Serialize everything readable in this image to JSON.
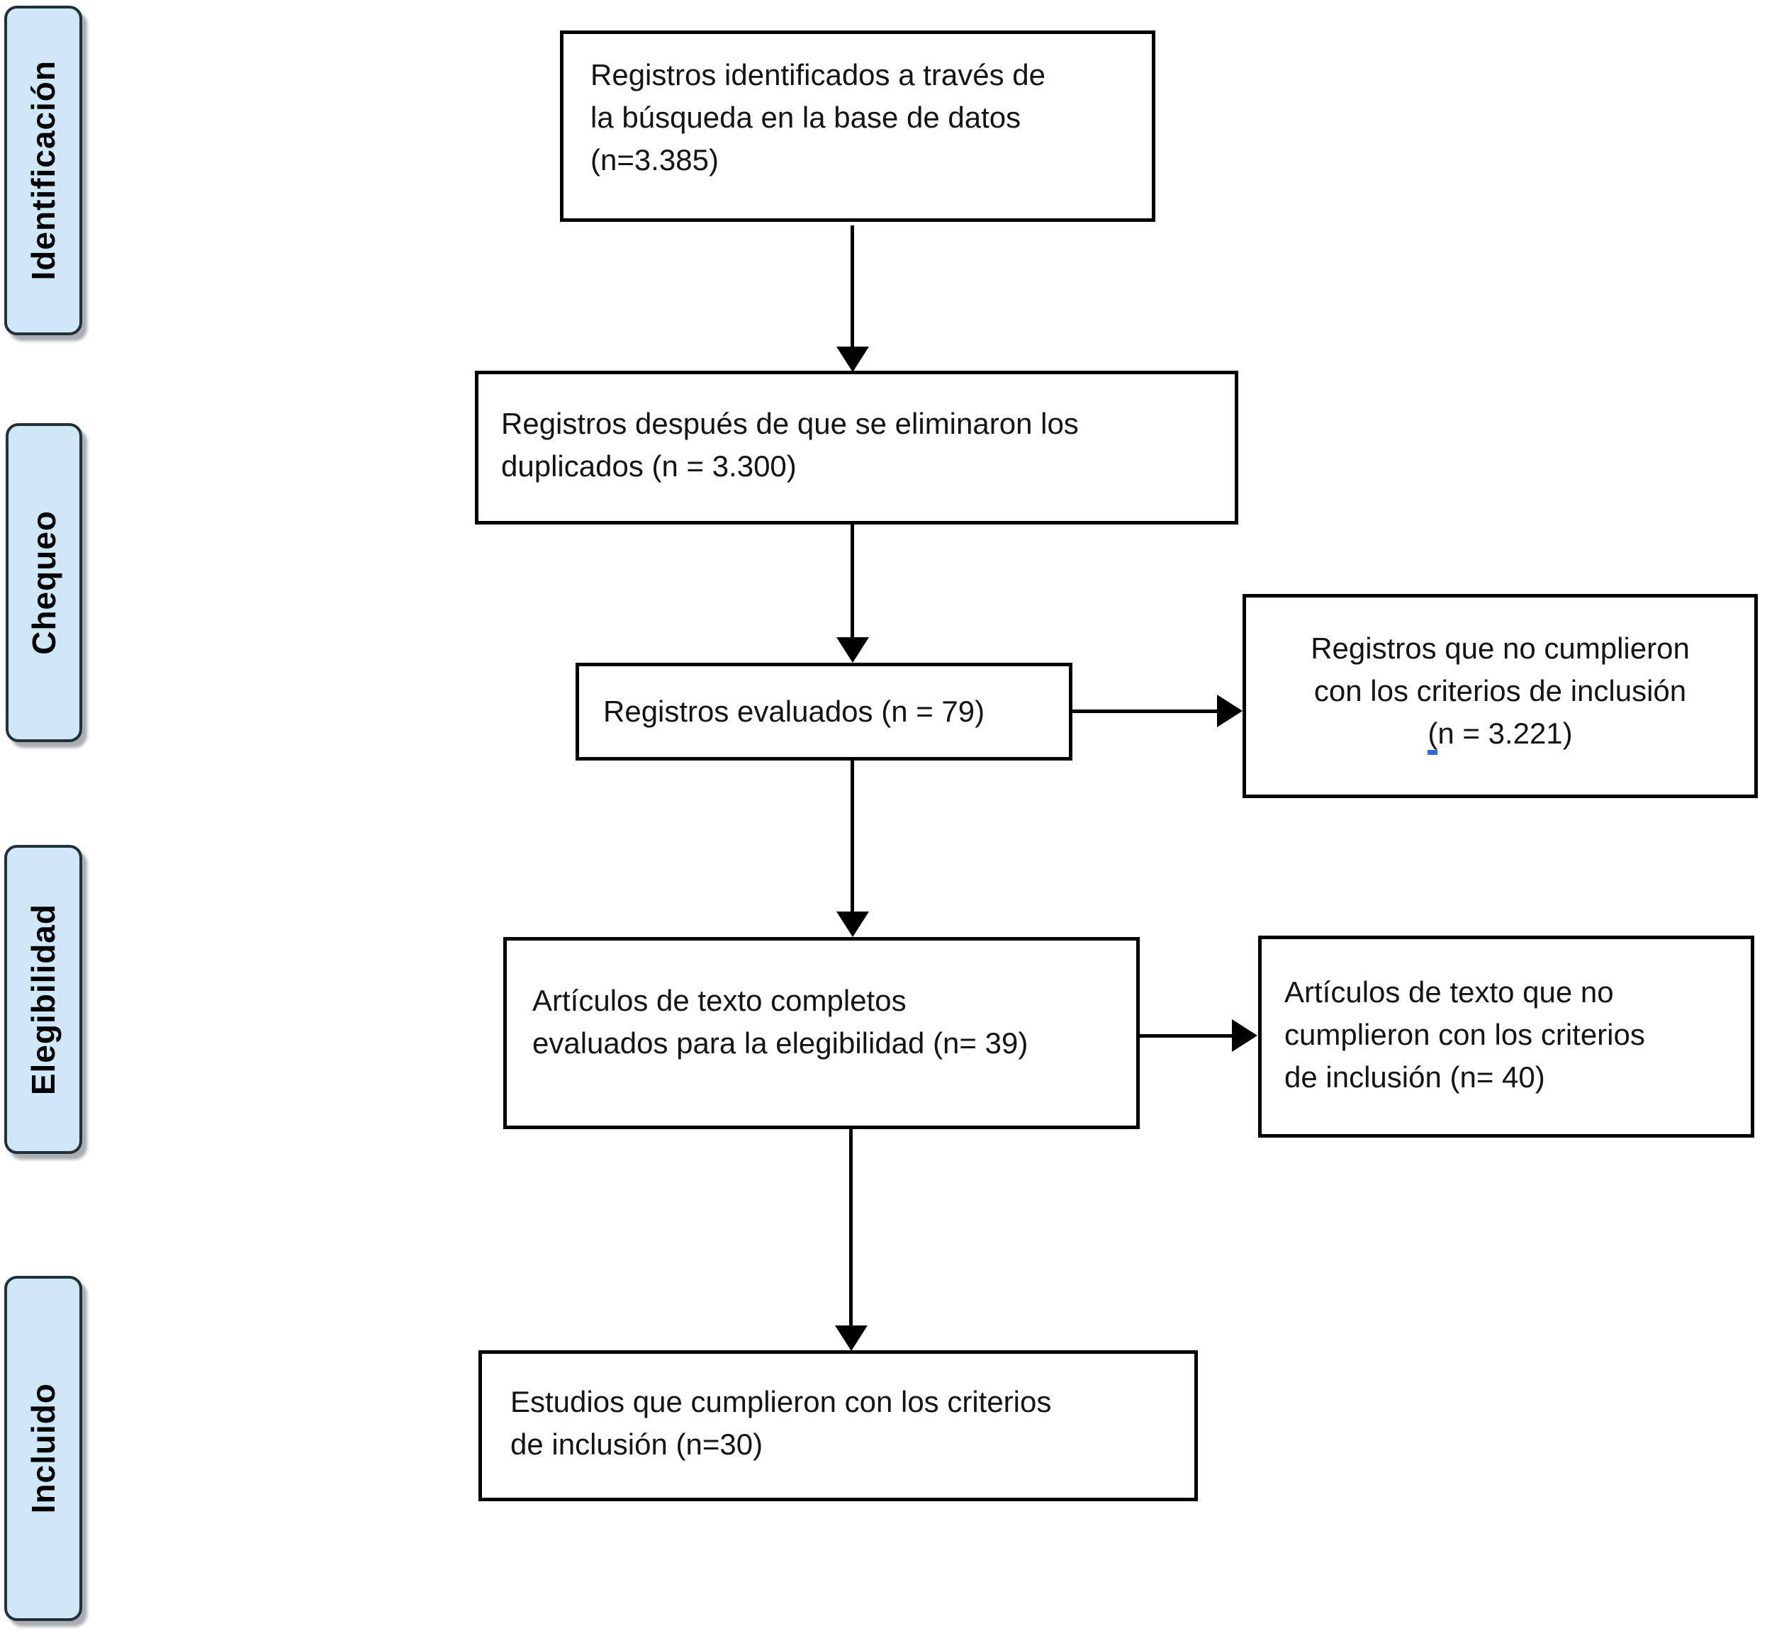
{
  "stages": {
    "identification": "Identificación",
    "screening": "Chequeo",
    "eligibility": "Elegibilidad",
    "included": "Incluido"
  },
  "flow": {
    "box_identified": {
      "lines": [
        "Registros identificados a través de",
        "la búsqueda en la base de datos",
        "(n=3.385)"
      ],
      "count": "3.385"
    },
    "box_deduplicated": {
      "lines": [
        "Registros después de que se eliminaron los",
        "duplicados (n = 3.300)"
      ],
      "count": "3.300"
    },
    "box_screened": {
      "lines": [
        "Registros evaluados (n = 79)"
      ],
      "count": "79"
    },
    "box_excluded_records": {
      "lines": [
        "Registros que no cumplieron",
        "con los criterios de inclusión"
      ],
      "paren": "(",
      "count_rest": "n = 3.221)",
      "count": "3.221"
    },
    "box_fulltext": {
      "lines": [
        "Artículos de texto completos",
        "evaluados para la elegibilidad (n= 39)"
      ],
      "count": "39"
    },
    "box_excluded_fulltext": {
      "lines": [
        "Artículos de texto que no",
        "cumplieron con los criterios",
        "de inclusión (n= 40)"
      ],
      "count": "40"
    },
    "box_included_studies": {
      "lines": [
        "Estudios que cumplieron con los criterios",
        "de inclusión (n=30)"
      ],
      "count": "30"
    }
  },
  "colors": {
    "stage_fill": "#cfe8f8",
    "stage_border": "#22303a",
    "stage_shadow": "#a9adb2",
    "box_border": "#000000",
    "arrow": "#000000",
    "annotation_blue": "#2b6bd8"
  }
}
